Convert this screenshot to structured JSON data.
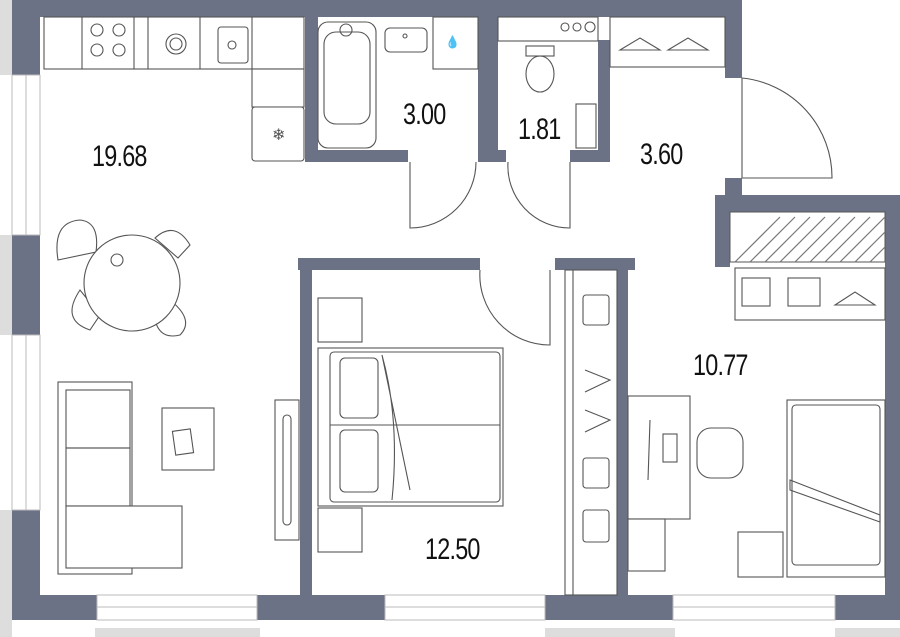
{
  "plan": {
    "wall_color": "#6b7285",
    "rooms": [
      {
        "id": "kitchen-living",
        "area": "19.68"
      },
      {
        "id": "bathroom",
        "area": "3.00"
      },
      {
        "id": "wc",
        "area": "1.81"
      },
      {
        "id": "hallway",
        "area": "3.60"
      },
      {
        "id": "bedroom",
        "area": "12.50"
      },
      {
        "id": "kids-room",
        "area": "10.77"
      }
    ]
  }
}
